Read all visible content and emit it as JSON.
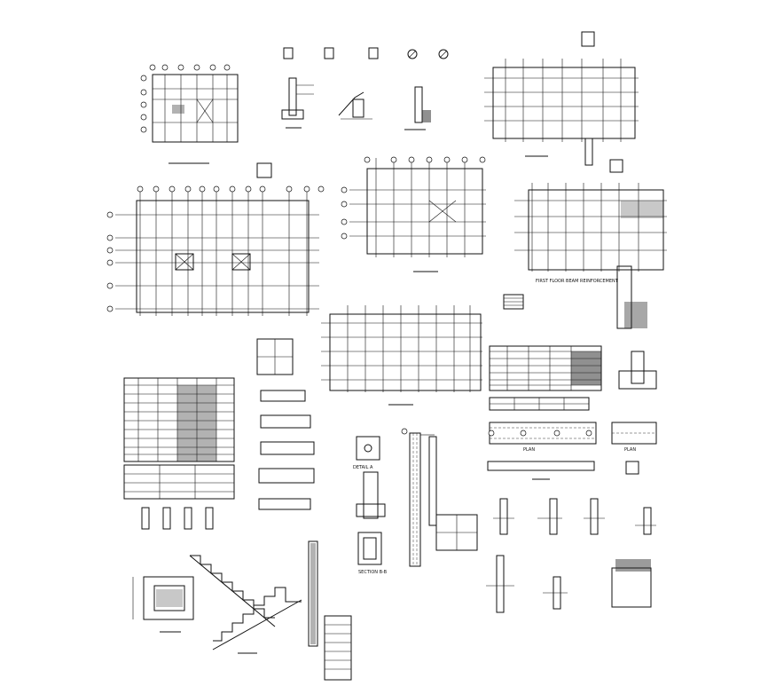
{
  "drawing": {
    "description_visible_text": "",
    "sheet_background": "#ffffff",
    "line_color": "#111111",
    "labels": {
      "first_floor_beam_note": "FIRST FLOOR BEAM REINFORCEMENT",
      "plan_label_1": "PLAN",
      "plan_label_2": "PLAN",
      "detail_label": "DETAIL A",
      "section_label": "SECTION B-B"
    }
  }
}
